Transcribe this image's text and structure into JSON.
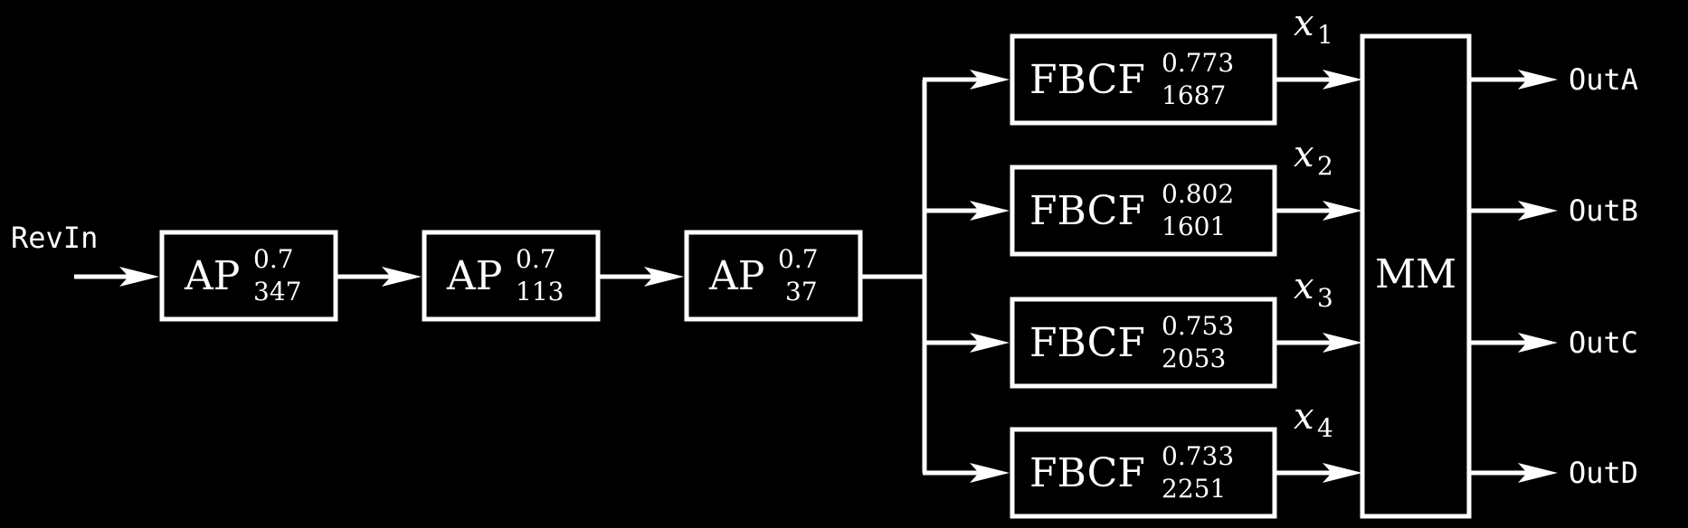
{
  "input": {
    "label": "RevIn"
  },
  "allpass": [
    {
      "base": "AP",
      "sup": "0.7",
      "sub": "347"
    },
    {
      "base": "AP",
      "sup": "0.7",
      "sub": "113"
    },
    {
      "base": "AP",
      "sup": "0.7",
      "sub": "37"
    }
  ],
  "fbcf": [
    {
      "base": "FBCF",
      "sup": "0.773",
      "sub": "1687",
      "signal_base": "x",
      "signal_index": "1"
    },
    {
      "base": "FBCF",
      "sup": "0.802",
      "sub": "1601",
      "signal_base": "x",
      "signal_index": "2"
    },
    {
      "base": "FBCF",
      "sup": "0.753",
      "sub": "2053",
      "signal_base": "x",
      "signal_index": "3"
    },
    {
      "base": "FBCF",
      "sup": "0.733",
      "sub": "2251",
      "signal_base": "x",
      "signal_index": "4"
    }
  ],
  "mixer": {
    "label": "MM"
  },
  "outputs": [
    {
      "label": "OutA"
    },
    {
      "label": "OutB"
    },
    {
      "label": "OutC"
    },
    {
      "label": "OutD"
    }
  ]
}
